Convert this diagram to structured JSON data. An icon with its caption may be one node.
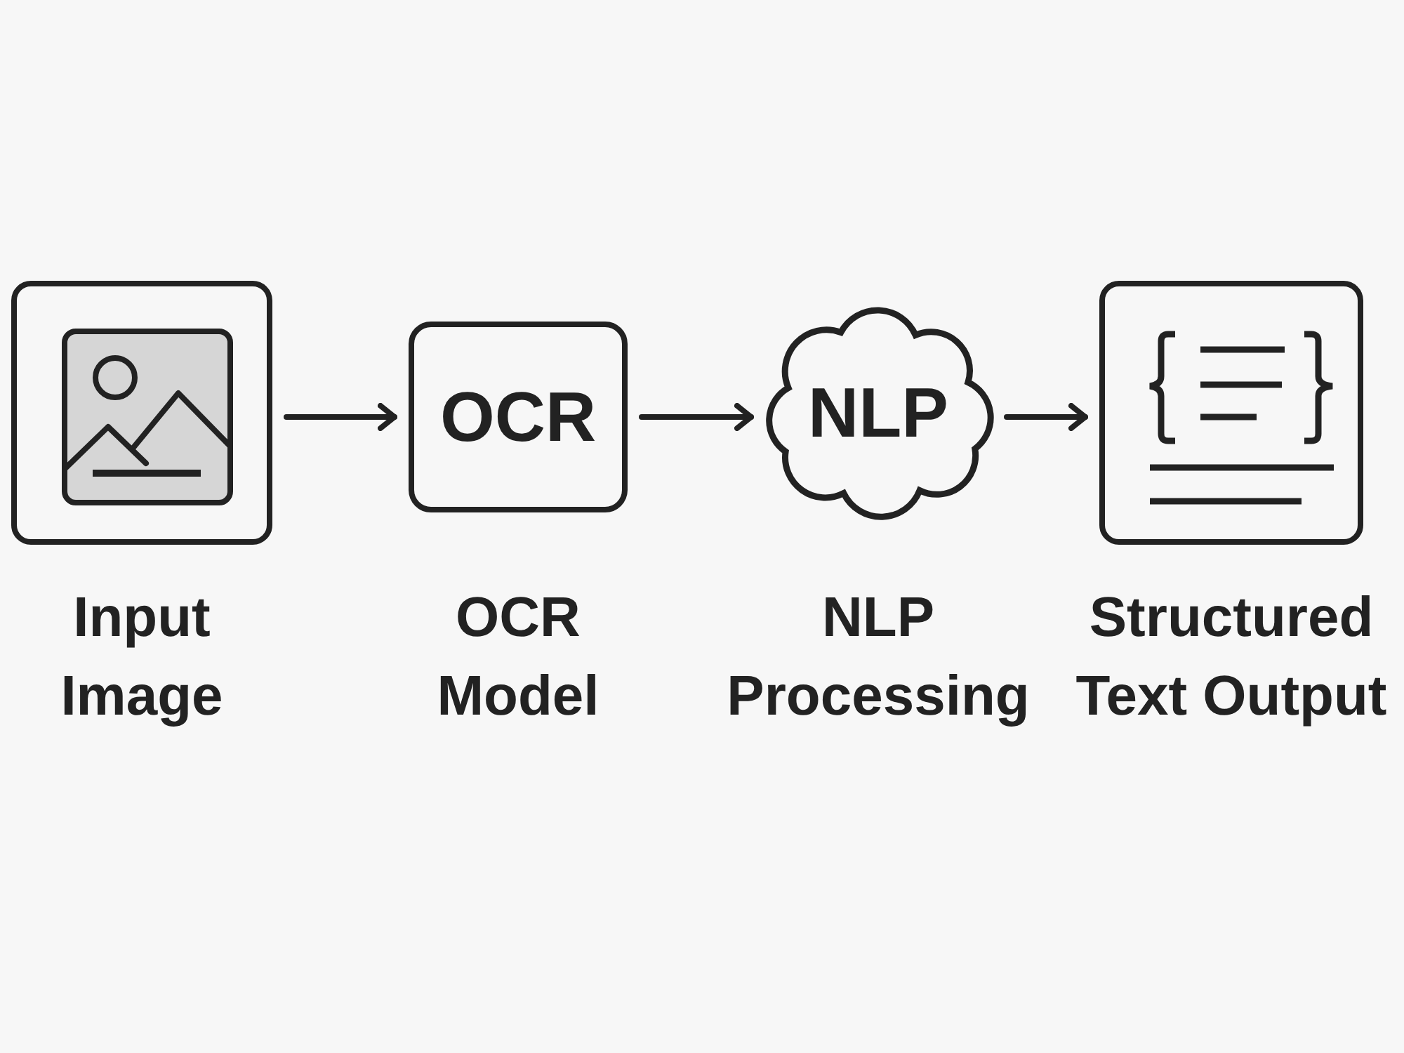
{
  "diagram": {
    "nodes": [
      {
        "text": [],
        "shape": "box",
        "beside": [
          "Input Image"
        ]
      },
      {
        "text": [
          "OCR"
        ],
        "beside": [
          "OCR Model"
        ]
      },
      {
        "text": [
          "NLP"
        ],
        "beside": [
          "NLP Processing"
        ]
      },
      {
        "text": [],
        "shape": "box",
        "beside": [
          "Structured Text Output"
        ]
      }
    ],
    "edges": [
      {
        "from": 0,
        "to": 1,
        "arrow": "to"
      },
      {
        "from": 1,
        "to": 2,
        "arrow": "to"
      },
      {
        "from": 2,
        "to": 3,
        "arrow": "to"
      }
    ]
  }
}
